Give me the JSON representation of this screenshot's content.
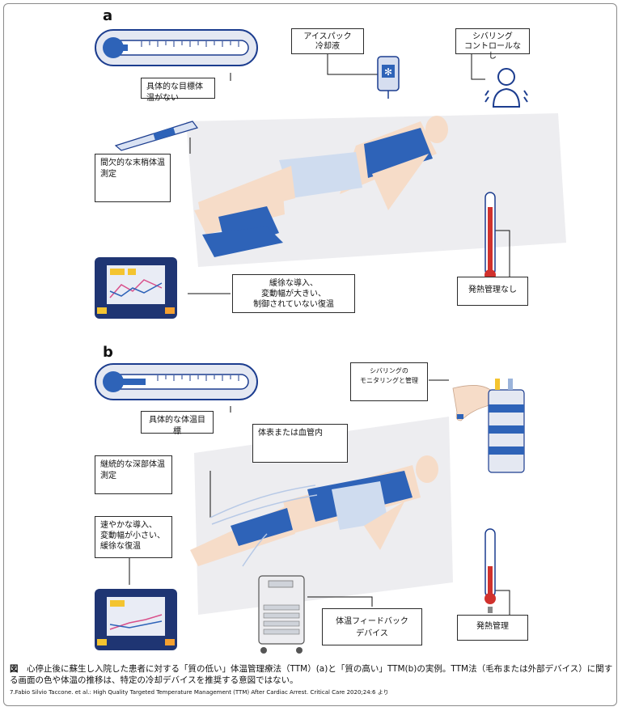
{
  "panel_a": {
    "letter": "a",
    "labels": {
      "no_target": "具体的な目標体温がない",
      "ice_pack": "アイスパック\n冷却液",
      "shivering_none": "シバリング\nコントロールなし",
      "intermittent": "間欠的な末梢体温\n測定",
      "slow_induction": "緩徐な導入、\n変動幅が大きい、\n制御されていない復温",
      "fever_none": "発熱管理なし"
    }
  },
  "panel_b": {
    "letter": "b",
    "labels": {
      "target": "具体的な体温目標",
      "shivering_monitor": "シバリングの\nモニタリングと管理",
      "surface_or_iv": "体表または血管内",
      "continuous_core": "継続的な深部体温測定",
      "rapid_induction": "速やかな導入、\n変動幅が小さい、\n緩徐な復温",
      "feedback_device": "体温フィードバック\nデバイス",
      "fever_management": "発熱管理"
    }
  },
  "caption": {
    "lead": "図",
    "text": "心停止後に蘇生し入院した患者に対する「質の低い」体温管理療法（TTM）(a)と「質の高い」TTM(b)の実例。TTM法（毛布または外部デバイス）に関する画面の色や体温の推移は、特定の冷却デバイスを推奨する意図ではない。"
  },
  "source": "7.Fabio Silvio Taccone. et al.: High Quality Targeted Temperature Management (TTM) After Cardiac Arrest. Critical Care 2020;24:6 より",
  "colors": {
    "navy": "#1c3d8f",
    "blue": "#2e63b8",
    "light_blue": "#b7c9e6",
    "skin": "#f6dcc8",
    "red": "#d0312d",
    "screen": "#1f3573",
    "shadow": "#ececee"
  }
}
